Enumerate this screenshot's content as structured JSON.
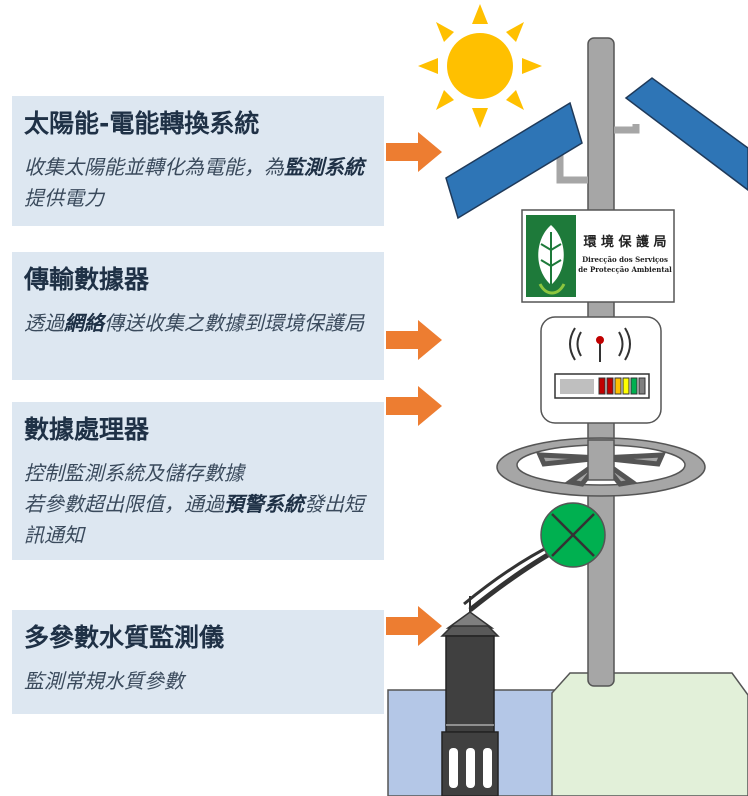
{
  "sections": [
    {
      "title": "太陽能-電能轉換系統",
      "desc_parts": [
        {
          "text": "收集太陽能並轉化為電能，為",
          "bold": false
        },
        {
          "text": "監測系統",
          "bold": true
        },
        {
          "text": "提供電力",
          "bold": false
        }
      ]
    },
    {
      "title": "傳輸數據器",
      "desc_parts": [
        {
          "text": "透過",
          "bold": false
        },
        {
          "text": "網絡",
          "bold": true
        },
        {
          "text": "傳送收集之數據到環境保護局",
          "bold": false
        }
      ]
    },
    {
      "title": "數據處理器",
      "desc_parts": [
        {
          "text": "控制監測系統及儲存數據",
          "bold": false
        },
        {
          "text": "\n",
          "bold": false
        },
        {
          "text": "若參數超出限值，通過",
          "bold": false
        },
        {
          "text": "預警系統",
          "bold": true
        },
        {
          "text": "發出短訊通知",
          "bold": false
        }
      ]
    },
    {
      "title": "多參數水質監測儀",
      "desc_parts": [
        {
          "text": "監測常規水質參數",
          "bold": false
        }
      ]
    }
  ],
  "sign": {
    "line1": "環 境 保 護 局",
    "line2": "Direcção dos Serviços",
    "line3": "de Protecção Ambiental"
  },
  "colors": {
    "panel": "#dde7f1",
    "title": "#1f3146",
    "arrow": "#ed7d31",
    "sun": "#ffc000",
    "solar_panel": "#2e75b6",
    "pole": "#a6a6a6",
    "water": "#b4c7e7",
    "grass": "#e2f0d9",
    "sign_logo": "#1e7a3a",
    "valve": "#00b050"
  },
  "icons": [
    "sun-icon",
    "solar-panel-icon",
    "antenna-signal-icon",
    "logo-leaf-icon",
    "valve-icon",
    "probe-icon"
  ]
}
